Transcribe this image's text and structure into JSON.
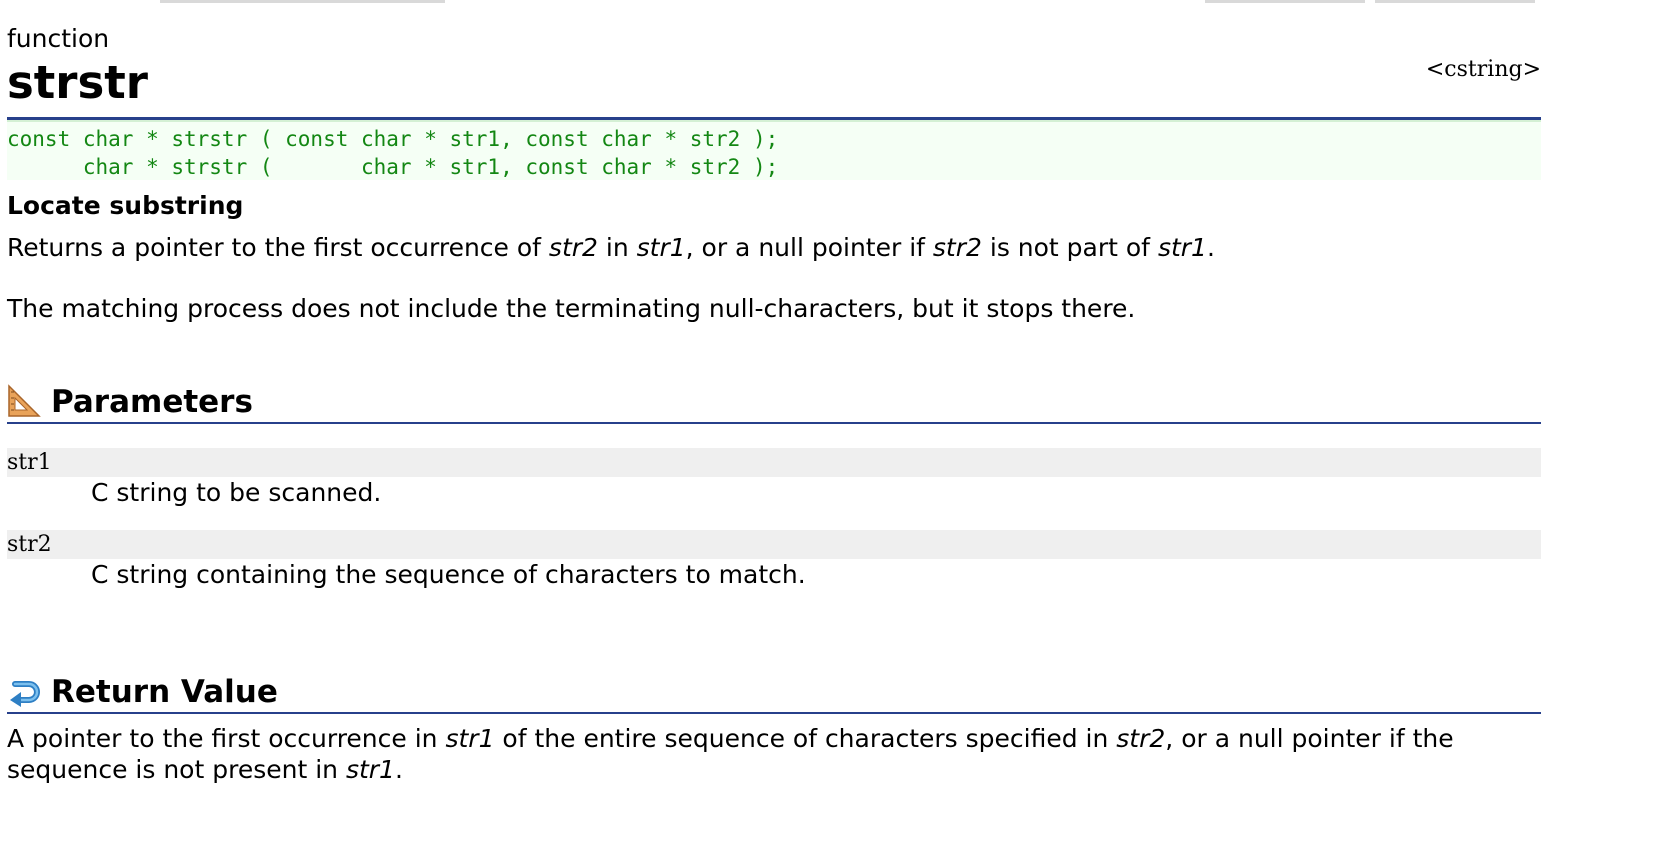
{
  "page": {
    "kind_label": "function",
    "function_name": "strstr",
    "header_file": "<cstring>"
  },
  "prototypes": [
    "const char * strstr ( const char * str1, const char * str2 );",
    "      char * strstr (       char * str1, const char * str2 );"
  ],
  "description": {
    "short": "Locate substring",
    "p1": {
      "t1": "Returns a pointer to the first occurrence of ",
      "e1": "str2",
      "t2": " in ",
      "e2": "str1",
      "t3": ", or a null pointer if ",
      "e3": "str2",
      "t4": " is not part of ",
      "e4": "str1",
      "t5": "."
    },
    "p2": "The matching process does not include the terminating null-characters, but it stops there."
  },
  "parameters": {
    "heading": "Parameters",
    "icon": "set-square-ruler-icon",
    "items": [
      {
        "name": "str1",
        "desc": "C string to be scanned."
      },
      {
        "name": "str2",
        "desc": "C string containing the sequence of characters to match."
      }
    ]
  },
  "return_value": {
    "heading": "Return Value",
    "icon": "return-arrow-icon",
    "text": {
      "t1": "A pointer to the first occurrence in ",
      "e1": "str1",
      "t2": " of the entire sequence of characters specified in ",
      "e2": "str2",
      "t3": ", or a null pointer if the sequence is not present in ",
      "e3": "str1",
      "t4": "."
    }
  },
  "colors": {
    "rule": "#27408b",
    "prototype_text": "#138713",
    "prototype_bg": "#f5fff5",
    "param_bg": "#efefef"
  }
}
